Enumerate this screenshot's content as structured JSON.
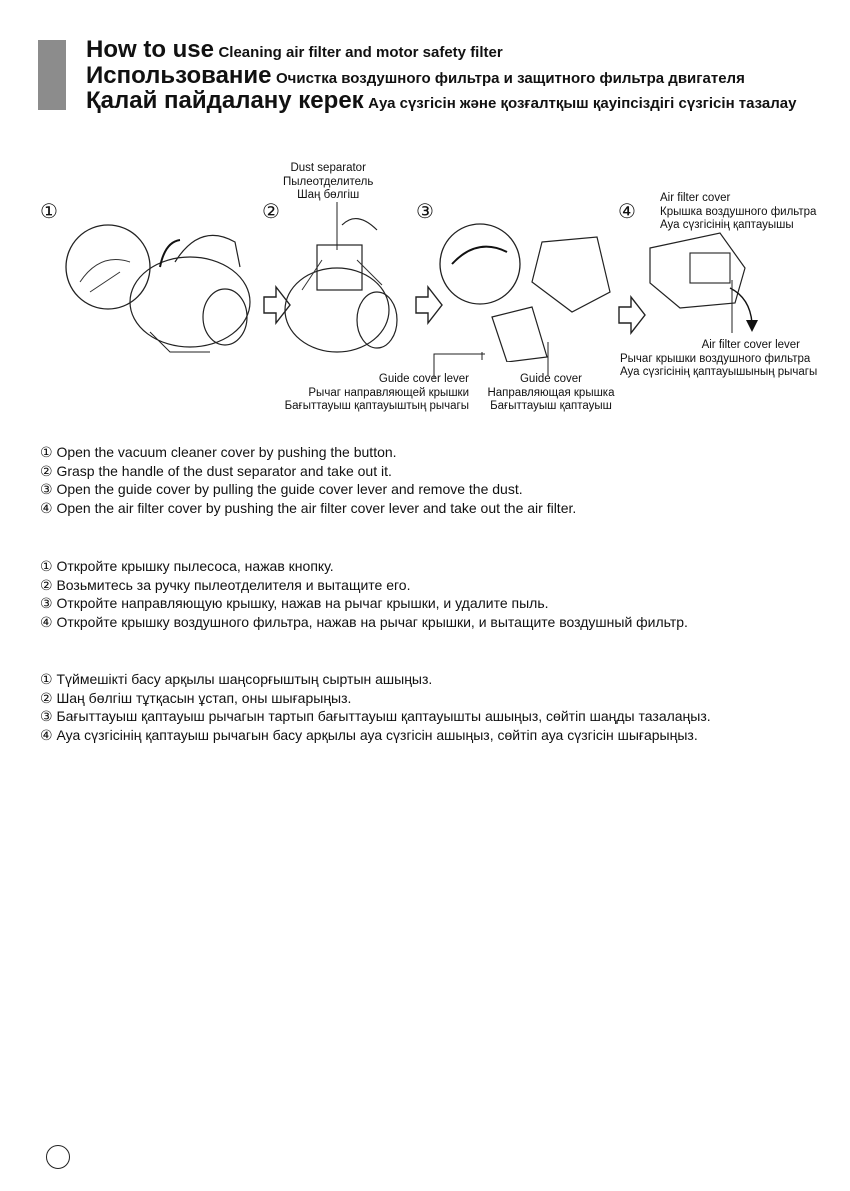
{
  "header": {
    "line1_big": "How to use",
    "line1_small": "Cleaning air filter and motor safety filter",
    "line2_big": "Использование",
    "line2_small": "Очистка воздушного фильтра и защитного фильтра двигателя",
    "line3_big": "Қалай пайдалану керек",
    "line3_small": "Ауа сүзгісін және қозғалтқыш қауіпсіздігі сүзгісін тазалау"
  },
  "figure": {
    "step_numbers": [
      "①",
      "②",
      "③",
      "④"
    ],
    "dust_separator": [
      "Dust separator",
      "Пылеотделитель",
      "Шаң бөлгіш"
    ],
    "air_filter_cover": [
      "Air filter cover",
      "Крышка воздушного фильтра",
      "Ауа сүзгісінің қаптауышы"
    ],
    "air_filter_cover_lever": [
      "Air filter cover lever",
      "Рычаг крышки воздушного фильтра",
      "Ауа сүзгісінің қаптауышының рычагы"
    ],
    "guide_cover_lever": [
      "Guide cover lever",
      "Рычаг направляющей крышки",
      "Бағыттауыш қаптауыштың рычагы"
    ],
    "guide_cover": [
      "Guide cover",
      "Направляющая крышка",
      "Бағыттауыш қаптауыш"
    ]
  },
  "instructions": {
    "english": [
      "① Open the vacuum cleaner cover by pushing the button.",
      "② Grasp the handle of the dust separator and  take out it.",
      "③ Open the guide cover by pulling the guide cover lever and remove the dust.",
      "④ Open the air filter cover by pushing the air filter cover lever and take out the air filter."
    ],
    "russian": [
      "① Откройте крышку пылесоса, нажав кнопку.",
      "② Возьмитесь за ручку пылеотделителя и вытащите его.",
      "③ Откройте направляющую крышку, нажав на рычаг крышки, и удалите пыль.",
      "④ Откройте крышку воздушного фильтра, нажав на рычаг крышки, и вытащите воздушный фильтр."
    ],
    "kazakh": [
      "① Түймешікті басу арқылы шаңсорғыштың сыртын ашыңыз.",
      "② Шаң бөлгіш тұтқасын ұстап, оны шығарыңыз.",
      "③ Бағыттауыш қаптауыш рычагын тартып бағыттауыш қаптауышты ашыңыз, сөйтіп шаңды тазалаңыз.",
      "④ Ауа сүзгісінің қаптауыш рычагын басу арқылы ауа сүзгісін ашыңыз, сөйтіп ауа сүзгісін шығарыңыз."
    ]
  }
}
